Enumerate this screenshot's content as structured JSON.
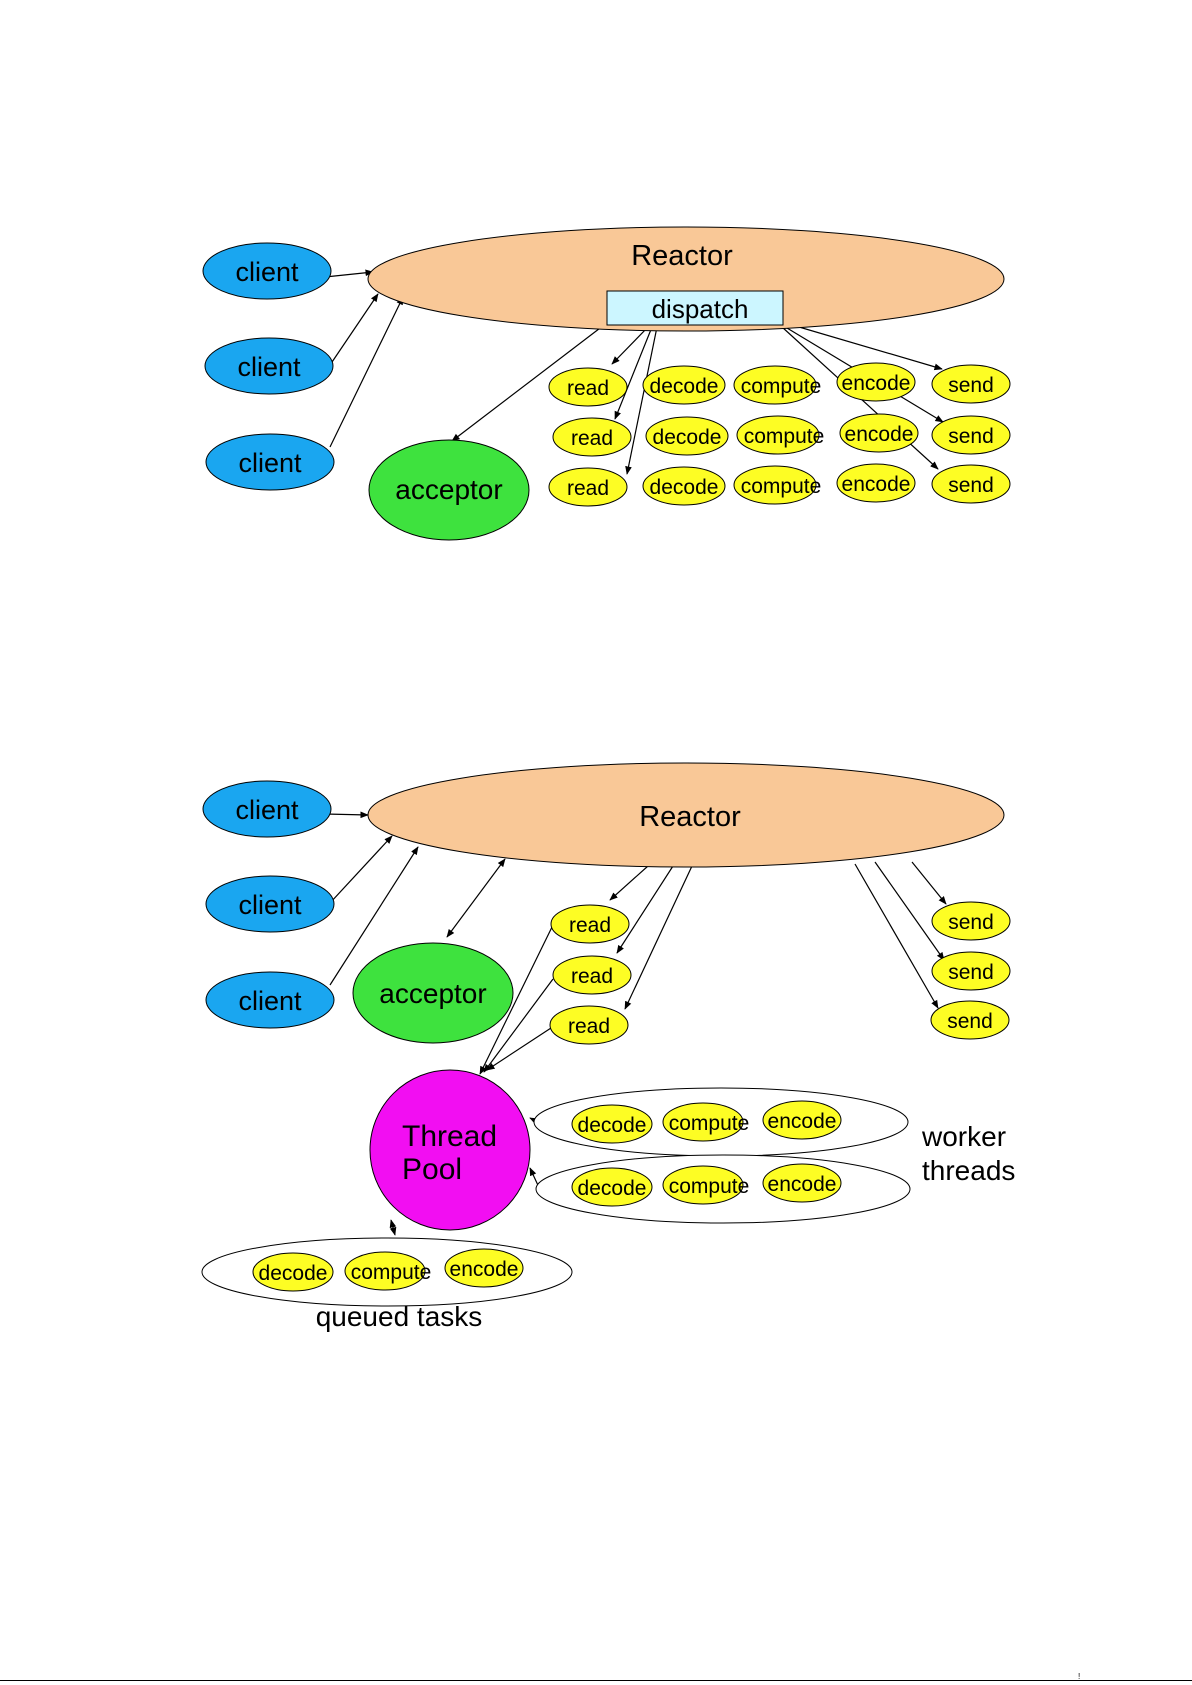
{
  "colors": {
    "reactor": "#f9c897",
    "client": "#1aa6f0",
    "acceptor": "#3ee23e",
    "task": "#fdfd24",
    "dispatch": "#ccf6ff",
    "thread_pool": "#f20ef2",
    "outline": "#000000"
  },
  "diagram1": {
    "reactor": "Reactor",
    "dispatch": "dispatch",
    "clients": [
      "client",
      "client",
      "client"
    ],
    "acceptor": "acceptor",
    "task_rows": [
      [
        "read",
        "decode",
        "compute",
        "encode",
        "send"
      ],
      [
        "read",
        "decode",
        "compute",
        "encode",
        "send"
      ],
      [
        "read",
        "decode",
        "compute",
        "encode",
        "send"
      ]
    ]
  },
  "diagram2": {
    "reactor": "Reactor",
    "clients": [
      "client",
      "client",
      "client"
    ],
    "acceptor": "acceptor",
    "reads": [
      "read",
      "read",
      "read"
    ],
    "sends": [
      "send",
      "send",
      "send"
    ],
    "thread_pool": [
      "Thread",
      "Pool"
    ],
    "worker_rows": [
      [
        "decode",
        "compute",
        "encode"
      ],
      [
        "decode",
        "compute",
        "encode"
      ]
    ],
    "worker_label": [
      "worker",
      "threads"
    ],
    "queued_tasks": [
      "decode",
      "compute",
      "encode"
    ],
    "queued_label": "queued tasks"
  },
  "footer_mark": "!"
}
